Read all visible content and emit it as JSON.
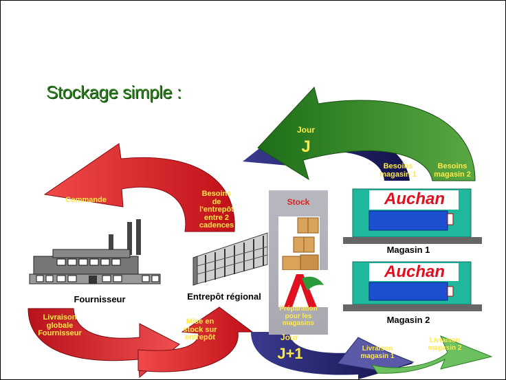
{
  "title": "Stockage simple :",
  "jour_j": {
    "line1": "Jour",
    "line2": "J"
  },
  "jour_j1": {
    "line1": "Jour",
    "line2": "J+1"
  },
  "labels": {
    "commande": "Commande",
    "besoins_entrepot": "Besoins\nde\nl'entrepôt\nentre 2\ncadences",
    "besoins_magasin_1": "Besoins\nmagasin 1",
    "besoins_magasin_2": "Besoins\nmagasin 2",
    "stock": "Stock",
    "preparation": "Préparation\npour les\nmagasins",
    "livraison_globale": "Livraison\nglobale\nFournisseur",
    "mise_en_stock": "Mise en\nstock sur\nentrepôt",
    "livraison_magasin_1": "Livraison\nmagasin 1",
    "livraison_magasin_2": "Livraison\nmagasin 2",
    "fournisseur": "Fournisseur",
    "entrepot_regional": "Entrepôt régional",
    "magasin_1": "Magasin 1",
    "magasin_2": "Magasin 2"
  },
  "brand": "Auchan",
  "colors": {
    "red_arrow": "#d8141b",
    "dark_green_arrow": "#2a7e22",
    "navy_arrow": "#1b1a5e",
    "store_teal": "#20b8a0",
    "title_green": "#2c7a1c"
  }
}
